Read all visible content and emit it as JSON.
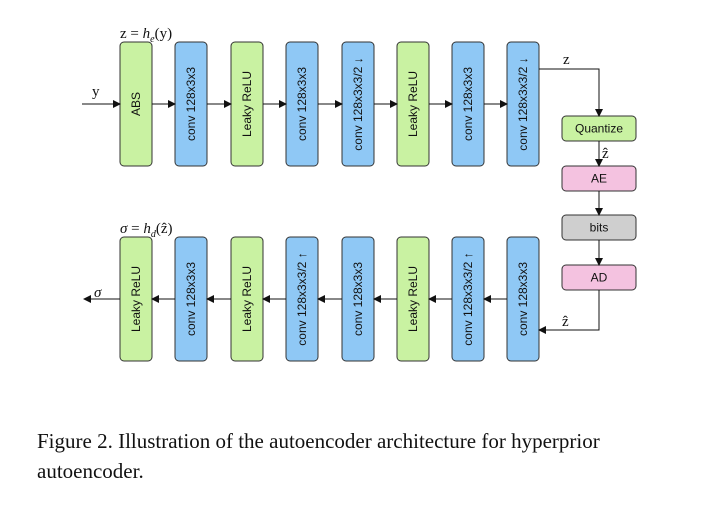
{
  "encoder": {
    "title": "z = h_e(y)",
    "input_label": "y",
    "output_label": "z",
    "blocks": [
      {
        "label": "ABS",
        "kind": "activation"
      },
      {
        "label": "conv 128x3x3",
        "kind": "conv"
      },
      {
        "label": "Leaky ReLU",
        "kind": "activation"
      },
      {
        "label": "conv 128x3x3",
        "kind": "conv"
      },
      {
        "label": "conv 128x3x3/2 ↓",
        "kind": "conv"
      },
      {
        "label": "Leaky ReLU",
        "kind": "activation"
      },
      {
        "label": "conv 128x3x3",
        "kind": "conv"
      },
      {
        "label": "conv 128x3x3/2 ↓",
        "kind": "conv"
      }
    ]
  },
  "decoder": {
    "title": "σ = h_d(ẑ)",
    "input_label": "ẑ",
    "output_label": "σ",
    "blocks": [
      {
        "label": "Leaky ReLU",
        "kind": "activation"
      },
      {
        "label": "conv 128x3x3",
        "kind": "conv"
      },
      {
        "label": "Leaky ReLU",
        "kind": "activation"
      },
      {
        "label": "conv 128x3x3/2 ↑",
        "kind": "conv"
      },
      {
        "label": "conv 128x3x3",
        "kind": "conv"
      },
      {
        "label": "Leaky ReLU",
        "kind": "activation"
      },
      {
        "label": "conv 128x3x3/2 ↑",
        "kind": "conv"
      },
      {
        "label": "conv 128x3x3",
        "kind": "conv"
      }
    ]
  },
  "side_chain": {
    "blocks": [
      {
        "label": "Quantize",
        "kind": "quantize"
      },
      {
        "label": "AE",
        "kind": "coder"
      },
      {
        "label": "bits",
        "kind": "bits"
      },
      {
        "label": "AD",
        "kind": "coder"
      }
    ],
    "quantized_label": "ẑ"
  },
  "colors": {
    "activation": "#c9f2a2",
    "conv": "#8fc8f5",
    "quantize": "#c9f2a2",
    "coder": "#f4c2e0",
    "bits": "#cfcfcf",
    "stroke": "#333333"
  },
  "caption": "Figure 2. Illustration of the autoencoder architecture for hyperprior autoencoder."
}
